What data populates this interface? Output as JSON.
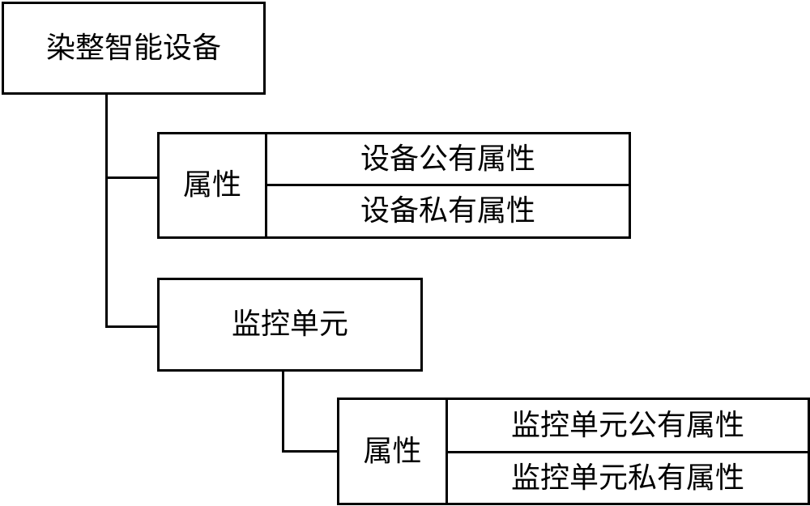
{
  "diagram": {
    "root": {
      "label": "染整智能设备"
    },
    "device_attributes": {
      "label": "属性",
      "items": [
        "设备公有属性",
        "设备私有属性"
      ]
    },
    "monitor_unit": {
      "label": "监控单元"
    },
    "monitor_attributes": {
      "label": "属性",
      "items": [
        "监控单元公有属性",
        "监控单元私有属性"
      ]
    },
    "colors": {
      "stroke": "#000000",
      "background": "#ffffff"
    }
  }
}
